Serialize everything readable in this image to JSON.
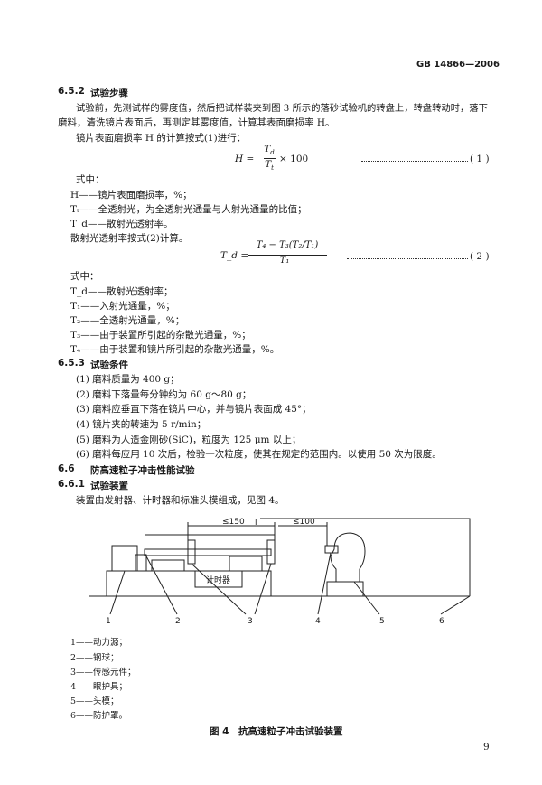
{
  "header": {
    "standard": "GB 14866—2006"
  },
  "sec_6_5_2": {
    "num": "6.5.2",
    "title": "试验步骤"
  },
  "para1": {
    "line1": "试验前，先测试样的雾度值，然后把试样装夹到图 3 所示的落砂试验机的转盘上，转盘转动时，落下",
    "line2": "磨料，清洗镜片表面后，再测定其雾度值，计算其表面磨损率 H。"
  },
  "eq1": {
    "intro": "镜片表面磨损率 H 的计算按式(1)进行：",
    "lhs": "H =",
    "num": "T",
    "num_sub": "d",
    "den": "T",
    "den_sub": "t",
    "rhs": "× 100",
    "number": "( 1 )"
  },
  "where1": {
    "label": "式中：",
    "items": [
      "H——镜片表面磨损率，%；",
      "Tₜ——全透射光，为全透射光通量与人射光通量的比值；",
      "T_d——散射光透射率。"
    ]
  },
  "eq2": {
    "intro": "散射光透射率按式(2)计算。",
    "lhs": "T_d =",
    "numerator": "T₄ − T₃(T₂/T₁)",
    "denominator": "T₁",
    "number": "( 2 )"
  },
  "where2": {
    "label": "式中：",
    "items": [
      "T_d——散射光透射率；",
      "T₁——入射光通量，%；",
      "T₂——全透射光通量，%；",
      "T₃——由于装置所引起的杂散光通量，%；",
      "T₄——由于装置和镜片所引起的杂散光通量，%。"
    ]
  },
  "sec_6_5_3": {
    "num": "6.5.3",
    "title": "试验条件"
  },
  "conditions": [
    "(1) 磨料质量为 400 g；",
    "(2) 磨料下落量每分钟约为 60 g～80 g；",
    "(3) 磨料应垂直下落在镜片中心，并与镜片表面成 45°；",
    "(4) 镜片夹的转速为 5 r/min；",
    "(5) 磨料为人造金刚砂(SiC)，粒度为 125 μm 以上；",
    "(6) 磨料每应用 10 次后，检验一次粒度，使其在规定的范围内。以使用 50 次为限度。"
  ],
  "sec_6_6": {
    "num": "6.6",
    "title": "防高速粒子冲击性能试验"
  },
  "sec_6_6_1": {
    "num": "6.6.1",
    "title": "试验装置"
  },
  "para_device": "装置由发射器、计时器和标准头模组成，见图 4。",
  "figure": {
    "dim_l": "l",
    "dim_150": "≤150",
    "dim_100": "≤100",
    "timer_label": "计时器",
    "callouts": [
      "1",
      "2",
      "3",
      "4",
      "5",
      "6"
    ]
  },
  "legend": [
    "1——动力源；",
    "2——钢球；",
    "3——传感元件；",
    "4——眼护具；",
    "5——头模；",
    "6——防护罩。"
  ],
  "caption": "图 4　抗高速粒子冲击试验装置",
  "page_number": "9"
}
